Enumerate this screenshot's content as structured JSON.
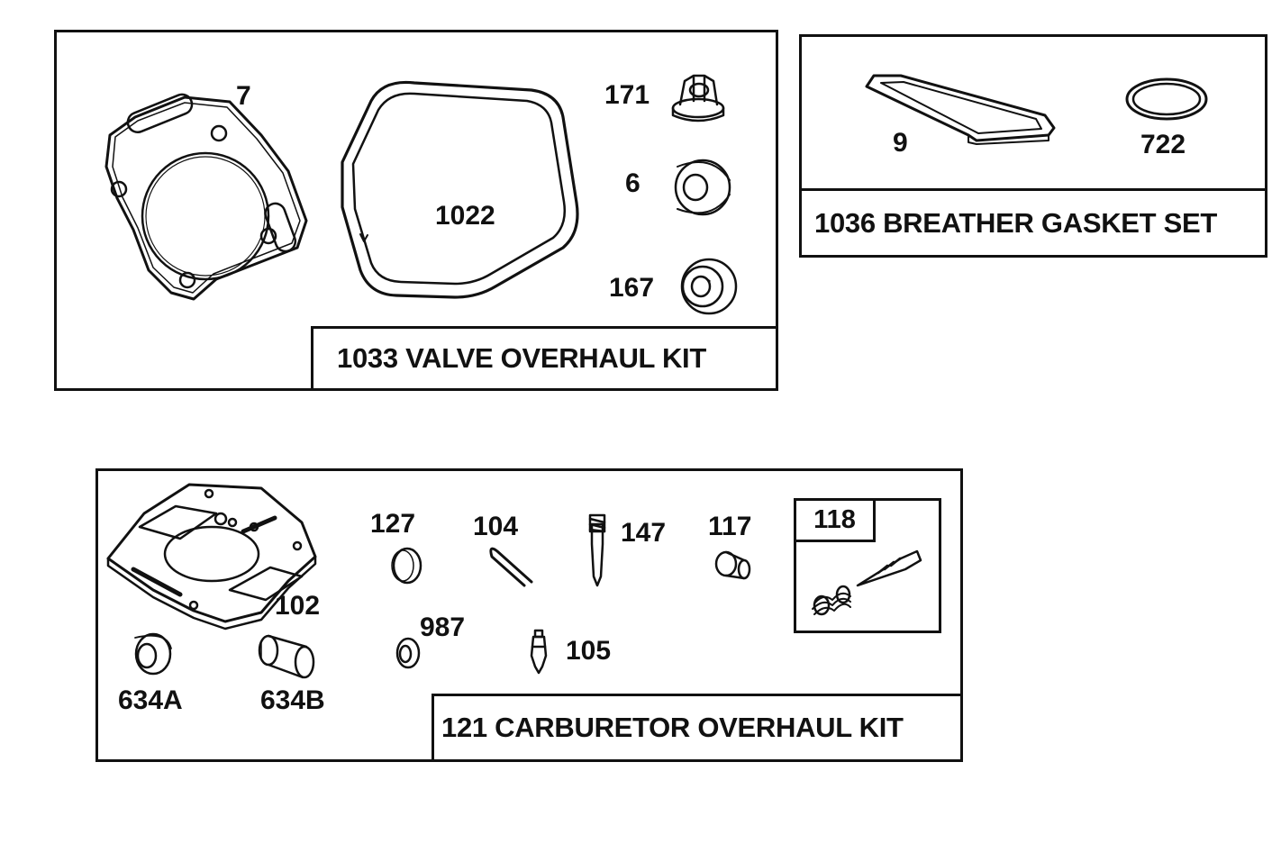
{
  "kits": [
    {
      "title": "1033 VALVE OVERHAUL KIT",
      "parts": {
        "head_gasket": "7",
        "cover_gasket": "1022",
        "nut": "171",
        "seal": "6",
        "bushing": "167"
      }
    },
    {
      "title": "1036 BREATHER GASKET SET",
      "parts": {
        "breather_gasket": "9",
        "o_ring": "722"
      }
    },
    {
      "title": "121 CARBURETOR OVERHAUL KIT",
      "parts": {
        "mount_gasket": "102",
        "plug": "127",
        "clip": "104",
        "needle": "147",
        "screw": "117",
        "needle_spring_kit": "118",
        "washer": "987",
        "inlet_needle": "105",
        "seal_a": "634A",
        "seal_b": "634B"
      }
    }
  ]
}
